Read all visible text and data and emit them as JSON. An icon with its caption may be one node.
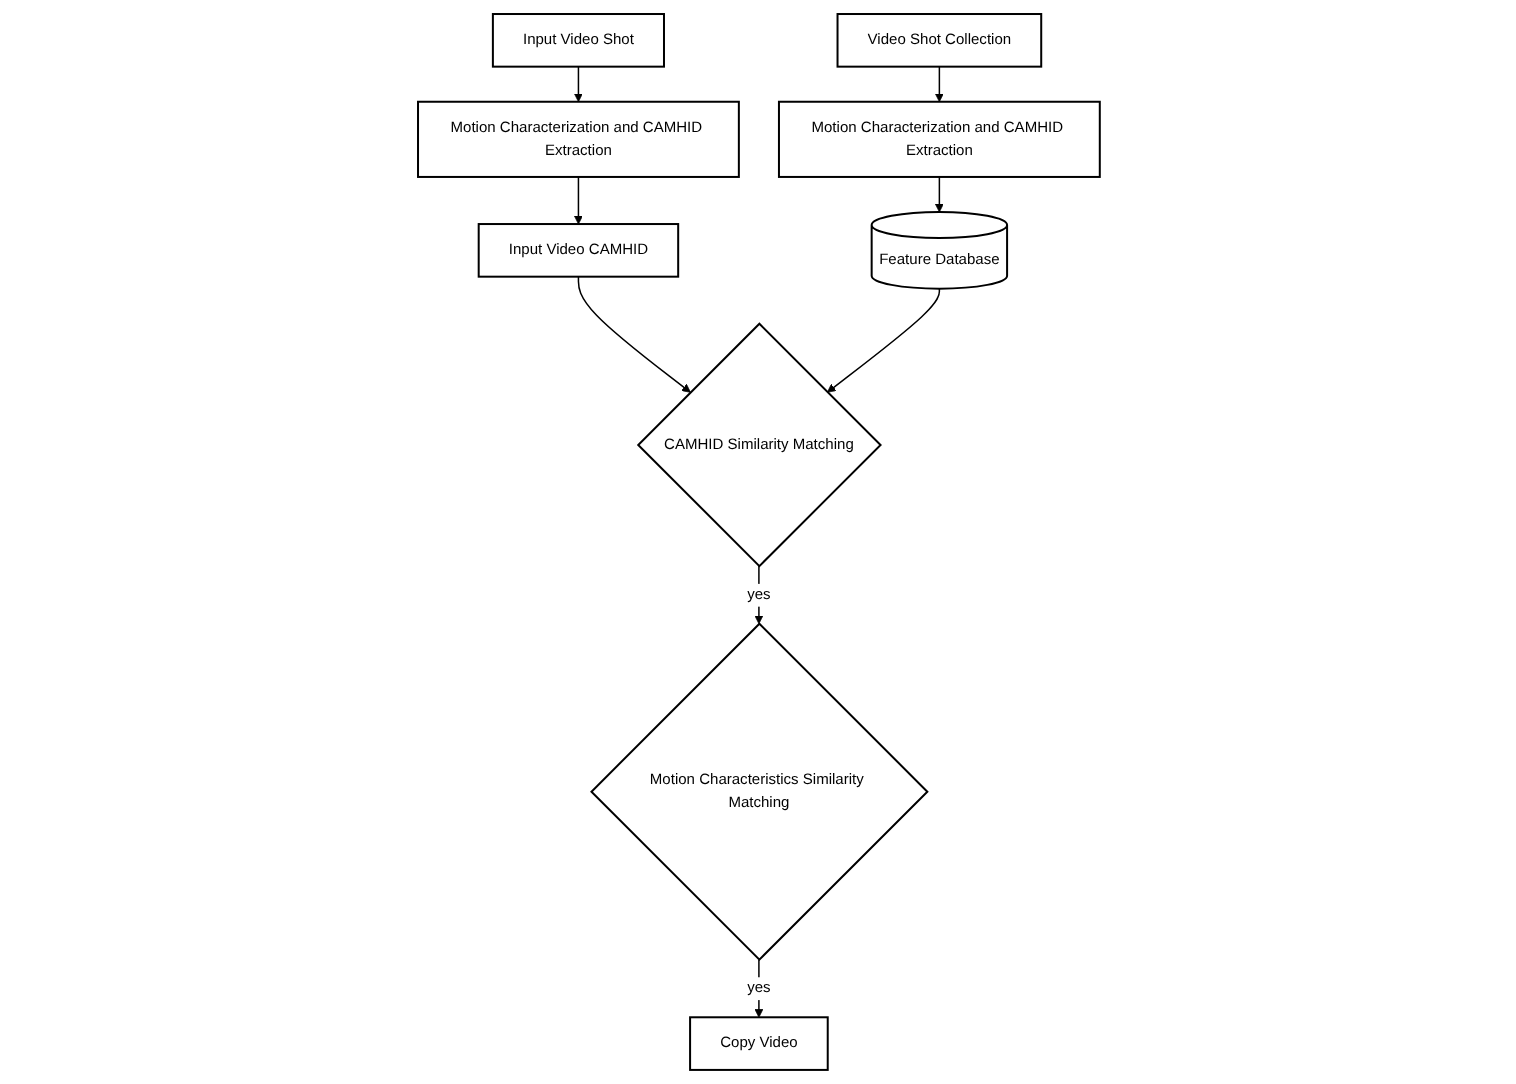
{
  "diagram": {
    "nodes": [
      {
        "text": [
          "Input Video Shot"
        ]
      },
      {
        "text": [
          "Motion Characterization and CAMHID Extraction"
        ]
      },
      {
        "text": [
          "Input Video CAMHID"
        ]
      },
      {
        "text": [
          "Video Shot Collection"
        ]
      },
      {
        "text": [
          "Motion Characterization and CAMHID Extraction"
        ]
      },
      {
        "text": [
          "Feature Database"
        ]
      },
      {
        "text": [
          "CAMHID Similarity Matching"
        ]
      },
      {
        "text": [
          "Motion Characteristics Similarity Matching"
        ]
      },
      {
        "text": [
          "Copy Video"
        ]
      }
    ],
    "edges": [
      {
        "from": 0,
        "to": 1,
        "arrow": "to"
      },
      {
        "from": 1,
        "to": 2,
        "arrow": "to"
      },
      {
        "from": 3,
        "to": 4,
        "arrow": "to"
      },
      {
        "from": 4,
        "to": 5,
        "arrow": "to"
      },
      {
        "from": 2,
        "to": 6,
        "arrow": "to"
      },
      {
        "from": 5,
        "to": 6,
        "arrow": "to"
      },
      {
        "from": 6,
        "to": 7,
        "arrow": "to",
        "label": "yes"
      },
      {
        "from": 7,
        "to": 8,
        "arrow": "to",
        "label": "yes"
      }
    ]
  }
}
